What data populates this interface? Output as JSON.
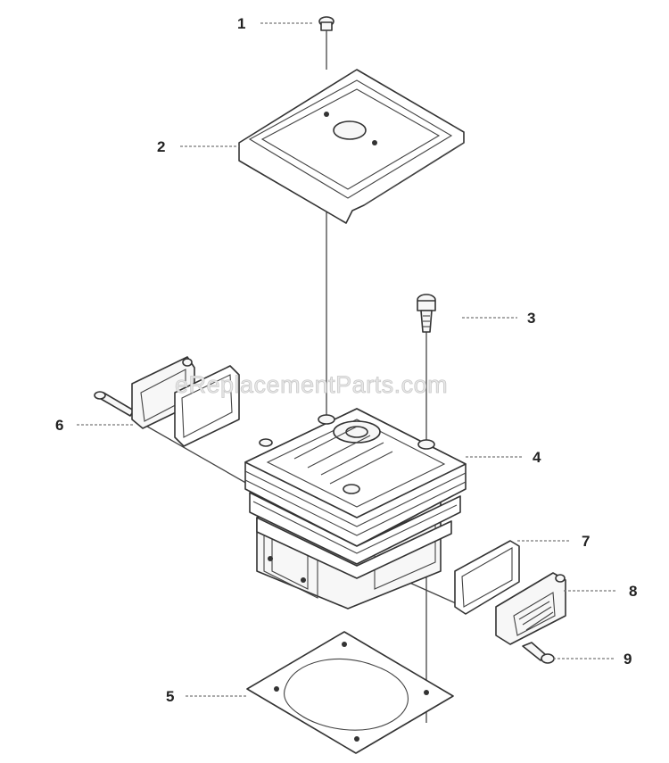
{
  "watermark": "eReplacementParts.com",
  "callouts": [
    {
      "id": "1",
      "label": "1"
    },
    {
      "id": "2",
      "label": "2"
    },
    {
      "id": "3",
      "label": "3"
    },
    {
      "id": "4",
      "label": "4"
    },
    {
      "id": "5",
      "label": "5"
    },
    {
      "id": "6",
      "label": "6"
    },
    {
      "id": "7",
      "label": "7"
    },
    {
      "id": "8",
      "label": "8"
    },
    {
      "id": "9",
      "label": "9"
    }
  ]
}
